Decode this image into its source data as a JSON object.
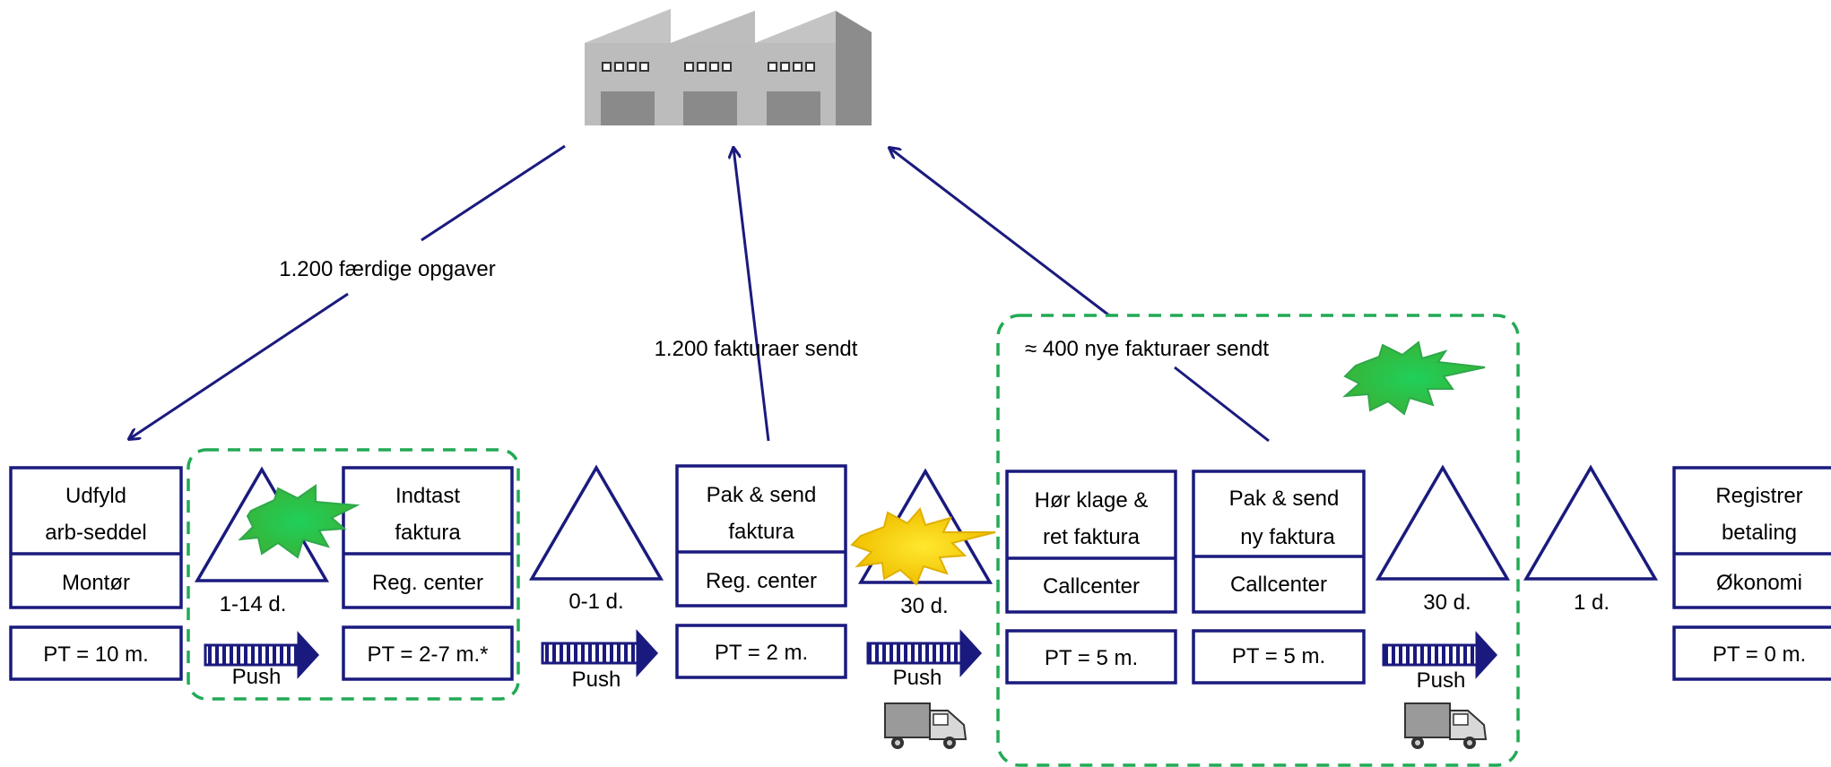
{
  "info_flows": {
    "to_montor": "1.200 færdige opgaver",
    "from_reg_center": "1.200 fakturaer sendt",
    "from_callcenter": "≈ 400 nye fakturaer sendt"
  },
  "processes": [
    {
      "line1": "Udfyld",
      "line2": "arb-seddel",
      "department": "Montør",
      "pt": "PT = 10 m."
    },
    {
      "line1": "Indtast",
      "line2": "faktura",
      "department": "Reg. center",
      "pt": "PT = 2-7 m.*"
    },
    {
      "line1": "Pak & send",
      "line2": "faktura",
      "department": "Reg. center",
      "pt": "PT = 2 m."
    },
    {
      "line1": "Hør klage &",
      "line2": "ret faktura",
      "department": "Callcenter",
      "pt": "PT = 5 m."
    },
    {
      "line1": "Pak & send",
      "line2": "ny faktura",
      "department": "Callcenter",
      "pt": "PT = 5 m."
    },
    {
      "line1": "Registrer",
      "line2": "betaling",
      "department": "Økonomi",
      "pt": "PT = 0 m."
    }
  ],
  "inventories": [
    {
      "wait": "1-14 d."
    },
    {
      "wait": "0-1 d."
    },
    {
      "wait": "30 d."
    },
    {
      "wait": "30 d."
    },
    {
      "wait": "1 d."
    }
  ],
  "push_label": "Push",
  "colors": {
    "navy": "#1a1a7e",
    "kaizen_green": "#1fb24a",
    "kaizen_yellow": "#f5d400",
    "dashed_green": "#22aa55",
    "factory_gray": "#8c8c8c"
  },
  "icons": [
    "factory-icon",
    "push-arrow-icon",
    "truck-icon",
    "kaizen-burst-icon"
  ]
}
